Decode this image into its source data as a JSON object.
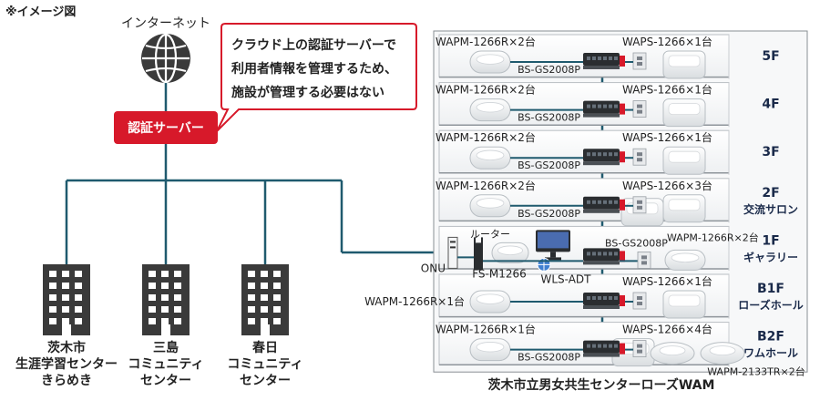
{
  "note": "※イメージ図",
  "internet": {
    "label": "インターネット"
  },
  "auth_server": {
    "label": "認証サーバー"
  },
  "callout": {
    "lines": [
      "クラウド上の認証サーバーで",
      "利用者情報を管理するため、",
      "施設が管理する必要はない"
    ]
  },
  "facilities": [
    {
      "lines": [
        "茨木市",
        "生涯学習センター",
        "きらめき"
      ]
    },
    {
      "lines": [
        "三島",
        "コミュニティ",
        "センター"
      ]
    },
    {
      "lines": [
        "春日",
        "コミュニティ",
        "センター"
      ]
    }
  ],
  "building": {
    "name": "茨木市立男女共生センターローズWAM",
    "floors": [
      {
        "floor": "5F",
        "sub": "",
        "ap_left": "WAPM-1266R×2台",
        "ap_right": "WAPS-1266×1台",
        "switch": "BS-GS2008P"
      },
      {
        "floor": "4F",
        "sub": "",
        "ap_left": "WAPM-1266R×2台",
        "ap_right": "WAPS-1266×1台",
        "switch": "BS-GS2008P"
      },
      {
        "floor": "3F",
        "sub": "",
        "ap_left": "WAPM-1266R×2台",
        "ap_right": "WAPS-1266×1台",
        "switch": "BS-GS2008P"
      },
      {
        "floor": "2F",
        "sub": "交流サロン",
        "ap_left": "WAPM-1266R×2台",
        "ap_right": "WAPS-1266×3台",
        "switch": "BS-GS2008P"
      },
      {
        "floor": "1F",
        "sub": "ギャラリー",
        "ap_left": "",
        "ap_right": "WAPM-1266R×2台",
        "switch": "BS-GS2008P"
      },
      {
        "floor": "B1F",
        "sub": "ローズホール",
        "ap_left": "WAPM-1266R×1台",
        "ap_right": "WAPS-1266×1台",
        "switch": ""
      },
      {
        "floor": "B2F",
        "sub": "ワムホール",
        "ap_left": "WAPM-1266R×1台",
        "ap_right": "WAPS-1266×4台",
        "switch": "BS-GS2008P"
      }
    ],
    "first_floor": {
      "onu": "ONU",
      "router_label": "ルーター",
      "router_model": "FS-M1266",
      "adt": "WLS-ADT"
    },
    "b2f_extra": "WAPM-2133TR×2台"
  },
  "colors": {
    "line": "#1f5a6e",
    "red": "#d7192a",
    "floor_text": "#1a2a4a"
  }
}
